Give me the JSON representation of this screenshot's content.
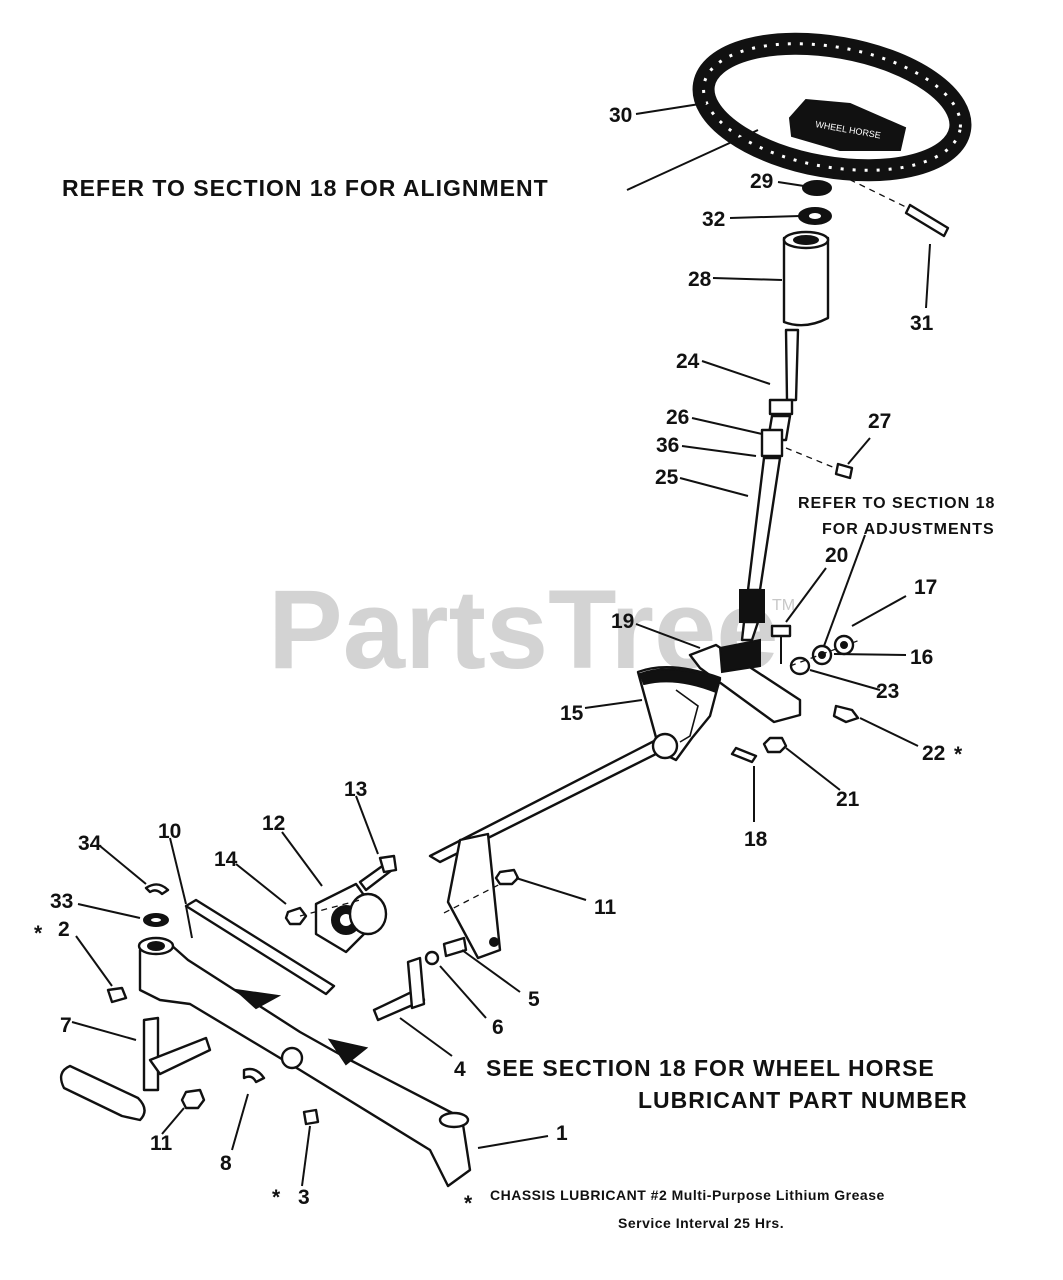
{
  "watermark": {
    "text": "PartsTree",
    "tm": "TM"
  },
  "notes": {
    "alignment": "REFER TO SECTION 18 FOR ALIGNMENT",
    "adjustments_line1": "REFER TO SECTION 18",
    "adjustments_line2": "FOR ADJUSTMENTS",
    "lubricant_line1": "SEE SECTION 18 FOR WHEEL HORSE",
    "lubricant_line2": "LUBRICANT PART NUMBER",
    "chassis_line1": "CHASSIS LUBRICANT #2 Multi-Purpose Lithium Grease",
    "chassis_line2": "Service Interval 25 Hrs.",
    "asterisk": "*"
  },
  "steering_wheel_badge": "WHEEL HORSE",
  "callouts": {
    "p1": "1",
    "p2": "2",
    "p3": "3",
    "p4": "4",
    "p5": "5",
    "p6": "6",
    "p7": "7",
    "p8": "8",
    "p10": "10",
    "p11a": "11",
    "p11b": "11",
    "p12": "12",
    "p13": "13",
    "p14": "14",
    "p15": "15",
    "p16": "16",
    "p17": "17",
    "p18": "18",
    "p19": "19",
    "p20": "20",
    "p21": "21",
    "p22": "22",
    "p23": "23",
    "p24": "24",
    "p25": "25",
    "p26": "26",
    "p27": "27",
    "p28": "28",
    "p29": "29",
    "p30": "30",
    "p31": "31",
    "p32": "32",
    "p33": "33",
    "p34": "34",
    "p36": "36"
  }
}
